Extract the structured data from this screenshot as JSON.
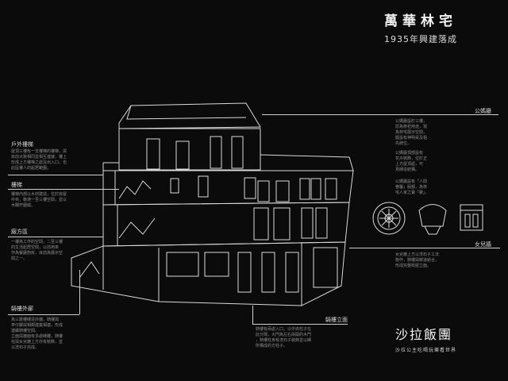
{
  "title": "萬華林宅",
  "subtitle": "1935年興建落成",
  "labels": {
    "l1": "戶外樓梯",
    "l2": "樓梯",
    "l3": "廠方區",
    "l4": "騎樓外廊",
    "r1": "公媽廳",
    "r2": "女兒牆",
    "bottom": "騎樓立面"
  },
  "notes": {
    "l1": [
      "屋頂三樓有一支樓梯的樓梯，與",
      "目前大致相同並相互連接，樓上",
      "形成上方樓梯之處及出入口，也",
      "此區樓人的起居範圍。"
    ],
    "l2": [
      "樓梯內部以木材建造，位於房屋",
      "中央，聯通一至三樓空間，並以",
      "木欄杆圍繞。"
    ],
    "l3": [
      "一樓為工作的空間，二至三樓",
      "的生活起居空間，以前用來",
      "作為餐廳廚房，目前為展示空",
      "間之一。"
    ],
    "l4": [
      "為三層樓磚造外牆，騎樓與",
      "亭仔腳與相鄰建築相連，形成",
      "連續騎樓空間。",
      "",
      "立面與牆面有多處磚雕，騎樓",
      "柱與女兒牆上方亦有裝飾，並",
      "以洗石子完成。"
    ],
    "r1a": [
      "公媽廳設於三樓，",
      "原為祭祀用途，現",
      "為林宅展示空間，",
      "擺設有神明桌及祖",
      "先牌位。"
    ],
    "r1b": [
      "公媽廳頂部設有",
      "花卉裝飾，位於正",
      "上方屋頂處，可",
      "見磚造結構。"
    ],
    "r1c": [
      "公媽廳設有「人間",
      "眷屬」匾額，為林",
      "宅人家之寶「聚」。"
    ],
    "r2": [
      "女兒牆上方以洗石子工法",
      "施作，騎樓與廊道結合，",
      "形成完整街屋立面。"
    ],
    "bottom": [
      "騎樓有兩處入口，以中央柱子在",
      "此分隔，大門為左右兩開的木門",
      "，騎樓柱身有洗石子裝飾並以磚",
      "所構成的方柱子。"
    ]
  },
  "watermark": {
    "main": "沙拉飯團",
    "sub": "沙拉公主吃喝玩樂看世界"
  },
  "colors": {
    "background": "#0b0b0b",
    "line_art": "#d9d9d9"
  }
}
